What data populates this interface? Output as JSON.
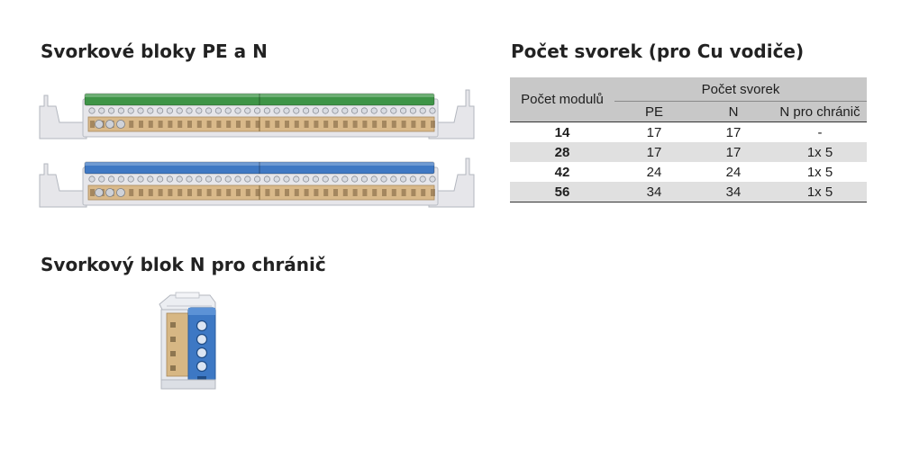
{
  "left_heading": "Svorkové bloky PE a N",
  "right_heading": "Počet svorek (pro Cu vodiče)",
  "bottom_heading": "Svorkový blok N pro chránič",
  "colors": {
    "pe_cover": "#3e9447",
    "n_cover": "#3f78c3",
    "brass": "#d9b98a",
    "housing": "#e6e6ea",
    "table_header": "#c8c8c8",
    "table_shaded_row": "#e0e0e0"
  },
  "table": {
    "col_moduly": "Počet modulů",
    "group_header": "Počet svorek",
    "sub_headers": [
      "PE",
      "N",
      "N pro chránič"
    ],
    "rows": [
      {
        "moduly": "14",
        "pe": "17",
        "n": "17",
        "chranic": "-"
      },
      {
        "moduly": "28",
        "pe": "17",
        "n": "17",
        "chranic": "1x 5"
      },
      {
        "moduly": "42",
        "pe": "24",
        "n": "24",
        "chranic": "1x 5"
      },
      {
        "moduly": "56",
        "pe": "34",
        "n": "34",
        "chranic": "1x 5"
      }
    ]
  },
  "images": {
    "pe_bar": "green terminal bar",
    "n_bar": "blue terminal bar",
    "n_block": "blue terminal block"
  }
}
